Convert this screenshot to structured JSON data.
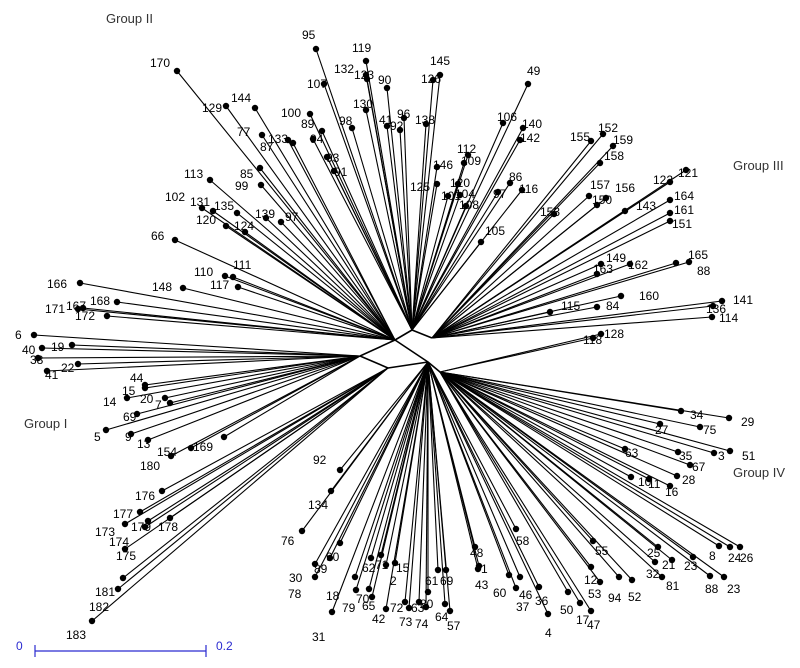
{
  "groups": [
    {
      "label": "Group I"
    },
    {
      "label": "Group II"
    },
    {
      "label": "Group III"
    },
    {
      "label": "Group IV"
    }
  ],
  "scale_bar": {
    "start_label": "0",
    "end_label": "0.2"
  },
  "colors": {
    "branch": "#000000",
    "scale": "#2a2ad0",
    "text": "#000000"
  },
  "leaves": [
    "170",
    "95",
    "119",
    "145",
    "49",
    "129",
    "144",
    "77",
    "87",
    "133",
    "100",
    "89",
    "94",
    "107",
    "132",
    "123",
    "90",
    "126",
    "98",
    "130",
    "41",
    "92",
    "96",
    "138",
    "106",
    "140",
    "142",
    "113",
    "85",
    "99",
    "93",
    "91",
    "112",
    "146",
    "109",
    "120",
    "86",
    "116",
    "155",
    "152",
    "159",
    "158",
    "121",
    "122",
    "164",
    "161",
    "151",
    "157",
    "150",
    "156",
    "143",
    "153",
    "102",
    "131",
    "135",
    "139",
    "97",
    "120b",
    "124",
    "66",
    "165",
    "88",
    "149",
    "162",
    "163",
    "160",
    "141",
    "136",
    "114",
    "148",
    "110",
    "111",
    "117",
    "115",
    "84",
    "128",
    "118",
    "166",
    "171",
    "167",
    "168",
    "172",
    "6",
    "40",
    "19",
    "38",
    "22",
    "41b",
    "44",
    "15",
    "20",
    "14",
    "7",
    "69",
    "5",
    "9",
    "13",
    "154",
    "169",
    "180",
    "34",
    "29",
    "27",
    "75",
    "63",
    "35",
    "3",
    "51",
    "67",
    "10",
    "11",
    "28",
    "16",
    "92b",
    "134",
    "176",
    "177",
    "179",
    "173",
    "174",
    "178",
    "175",
    "76",
    "90b",
    "30",
    "89b",
    "78",
    "18",
    "62",
    "71",
    "15b",
    "2",
    "79",
    "70",
    "65",
    "42",
    "72",
    "73",
    "74",
    "80",
    "63b",
    "61",
    "69b",
    "64",
    "57",
    "48",
    "1",
    "43",
    "58",
    "60",
    "46",
    "37",
    "36",
    "55",
    "12",
    "53",
    "50",
    "17",
    "47",
    "4",
    "94b",
    "52",
    "25",
    "21",
    "23",
    "32",
    "81",
    "8",
    "24",
    "26",
    "88b",
    "23b",
    "181",
    "182",
    "183",
    "31",
    "105",
    "108",
    "101",
    "125",
    "97b",
    "104"
  ]
}
